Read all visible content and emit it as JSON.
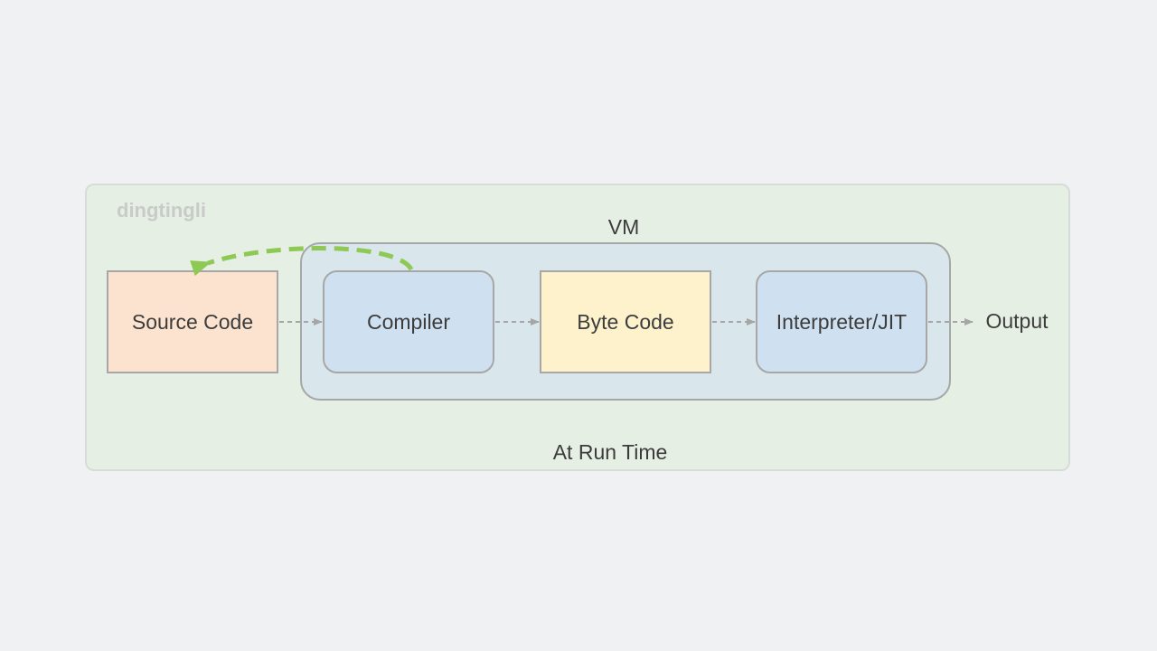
{
  "watermark": "dingtingli",
  "panel": {
    "label": "At Run Time"
  },
  "vm": {
    "label": "VM"
  },
  "nodes": {
    "source_code": "Source Code",
    "compiler": "Compiler",
    "byte_code": "Byte Code",
    "interpreter": "Interpreter/JIT"
  },
  "output": "Output",
  "colors": {
    "runtime_panel": "#e6efe4",
    "vm_container": "#d9e6ec",
    "source_code": "#fce3d0",
    "compiler": "#cfe0f1",
    "byte_code": "#fef2cd",
    "interpreter": "#cfe0f1",
    "feedback_arrow": "#8dc954",
    "flow_arrow": "#a6a6a6"
  }
}
